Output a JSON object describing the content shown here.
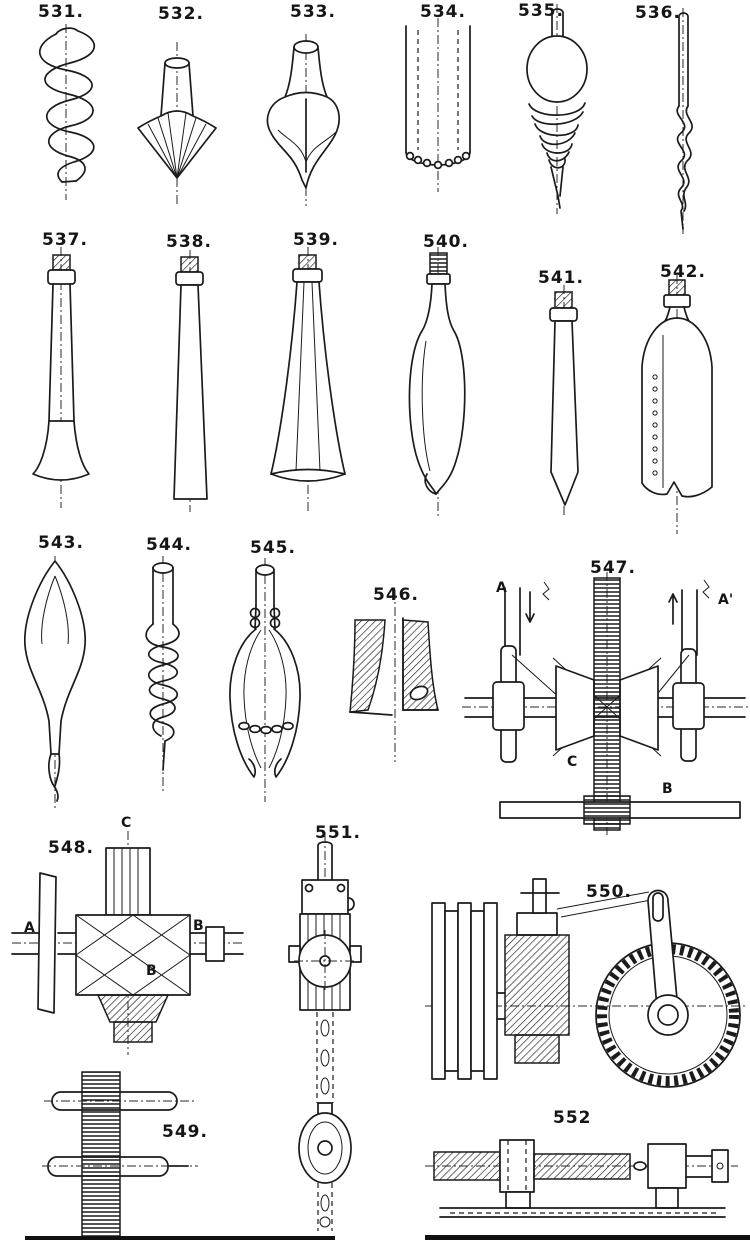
{
  "page": {
    "paper_color": "#ffffff",
    "ink_color": "#1b1b1b"
  },
  "figures": [
    {
      "id": "531",
      "label": "531."
    },
    {
      "id": "532",
      "label": "532."
    },
    {
      "id": "533",
      "label": "533."
    },
    {
      "id": "534",
      "label": "534."
    },
    {
      "id": "535",
      "label": "535."
    },
    {
      "id": "536",
      "label": "536."
    },
    {
      "id": "537",
      "label": "537."
    },
    {
      "id": "538",
      "label": "538."
    },
    {
      "id": "539",
      "label": "539."
    },
    {
      "id": "540",
      "label": "540."
    },
    {
      "id": "541",
      "label": "541."
    },
    {
      "id": "542",
      "label": "542."
    },
    {
      "id": "543",
      "label": "543."
    },
    {
      "id": "544",
      "label": "544."
    },
    {
      "id": "545",
      "label": "545."
    },
    {
      "id": "546",
      "label": "546."
    },
    {
      "id": "547",
      "label": "547.",
      "annotations": [
        {
          "text": "A"
        },
        {
          "text": "A'"
        },
        {
          "text": "C"
        },
        {
          "text": "B"
        }
      ]
    },
    {
      "id": "548",
      "label": "548.",
      "annotations": [
        {
          "text": "C"
        },
        {
          "text": "A"
        },
        {
          "text": "B"
        },
        {
          "text": "B"
        }
      ]
    },
    {
      "id": "549",
      "label": "549."
    },
    {
      "id": "550",
      "label": "550."
    },
    {
      "id": "551",
      "label": "551."
    },
    {
      "id": "552",
      "label": "552"
    }
  ]
}
